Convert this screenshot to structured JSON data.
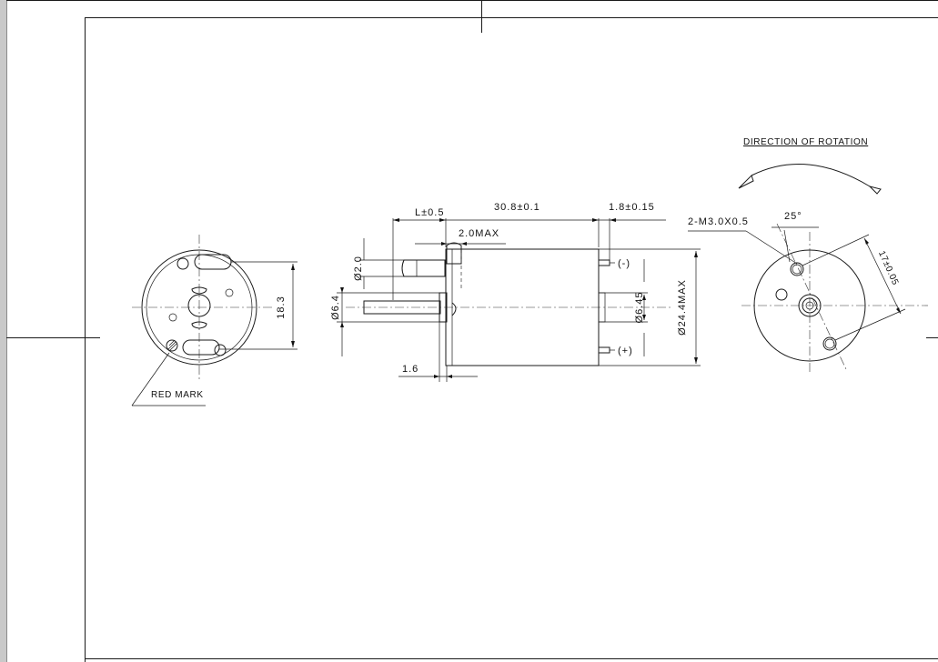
{
  "drawing": {
    "left_view": {
      "dimension_height": "18.3",
      "red_mark_label": "RED MARK"
    },
    "side_view": {
      "dim_length_tolerance": "L±0.5",
      "dim_body_length": "30.8±0.1",
      "dim_terminal": "1.8±0.15",
      "dim_shaft_max": "2.0MAX",
      "dim_d2": "Ø2.0",
      "dim_d64": "Ø6.4",
      "dim_d645": "Ø6.45",
      "dim_d244": "Ø24.4MAX",
      "dim_16": "1.6",
      "terminal_neg": "(-)",
      "terminal_pos": "(+)"
    },
    "right_view": {
      "rotation_label": "DIRECTION OF ROTATION",
      "screw_label": "2-M3.0X0.5",
      "angle_label": "25°",
      "spacing_label": "17±0.05"
    }
  }
}
